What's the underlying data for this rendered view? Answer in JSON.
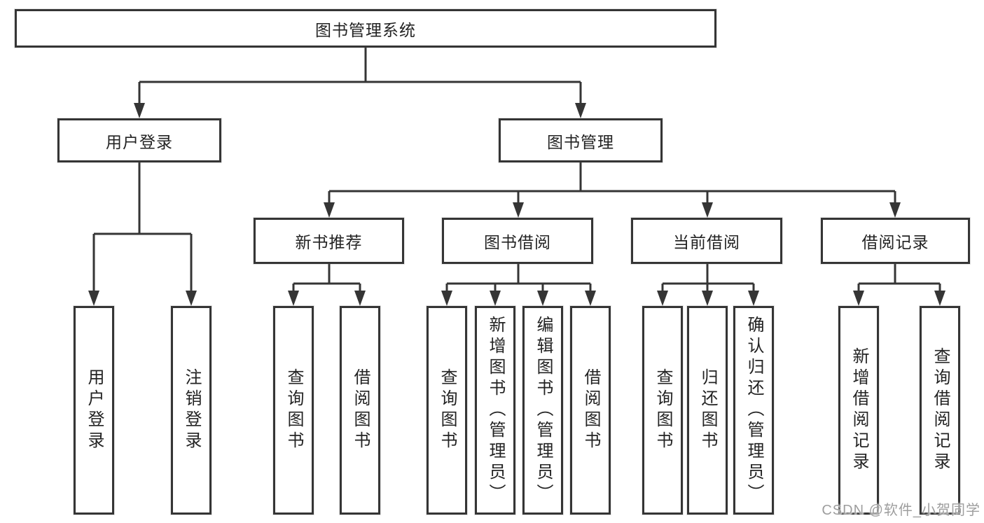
{
  "diagram_type": "hierarchy-tree",
  "tree": {
    "label": "图书管理系统",
    "children": [
      {
        "label": "用户登录",
        "children": [
          {
            "label": "用户登录"
          },
          {
            "label": "注销登录"
          }
        ]
      },
      {
        "label": "图书管理",
        "children": [
          {
            "label": "新书推荐",
            "children": [
              {
                "label": "查询图书"
              },
              {
                "label": "借阅图书"
              }
            ]
          },
          {
            "label": "图书借阅",
            "children": [
              {
                "label": "查询图书"
              },
              {
                "label": "新增图书（管理员）"
              },
              {
                "label": "编辑图书（管理员）"
              },
              {
                "label": "借阅图书"
              }
            ]
          },
          {
            "label": "当前借阅",
            "children": [
              {
                "label": "查询图书"
              },
              {
                "label": "归还图书"
              },
              {
                "label": "确认归还（管理员）"
              }
            ]
          },
          {
            "label": "借阅记录",
            "children": [
              {
                "label": "新增借阅记录"
              },
              {
                "label": "查询借阅记录"
              }
            ]
          }
        ]
      }
    ]
  },
  "watermark": {
    "text": "CSDN @软件_小贺同学"
  },
  "icons": {
    "arrowhead": "arrow-down"
  },
  "colors": {
    "line": "#353535",
    "box_border": "#353535",
    "text": "#232323",
    "watermark": "#9e9e9e",
    "background": "#ffffff"
  }
}
